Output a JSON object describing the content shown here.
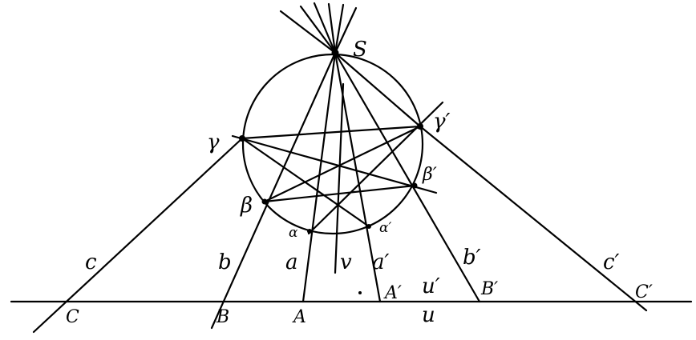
{
  "labels": {
    "S": "S",
    "gamma": "γ",
    "gamma_p": "γ′",
    "beta": "β",
    "beta_p": "β′",
    "alpha": "α",
    "alpha_p": "α′",
    "c": "c",
    "b": "b",
    "a": "a",
    "v": "v",
    "a_p": "a′",
    "u_p": "u′",
    "b_p": "b′",
    "c_p": "c′",
    "C": "C",
    "B": "B",
    "A": "A",
    "A_p": "A′",
    "u": "u",
    "B_p": "B′",
    "C_p": "C′"
  },
  "colors": {
    "ink": "#000000",
    "paper": "#ffffff"
  }
}
